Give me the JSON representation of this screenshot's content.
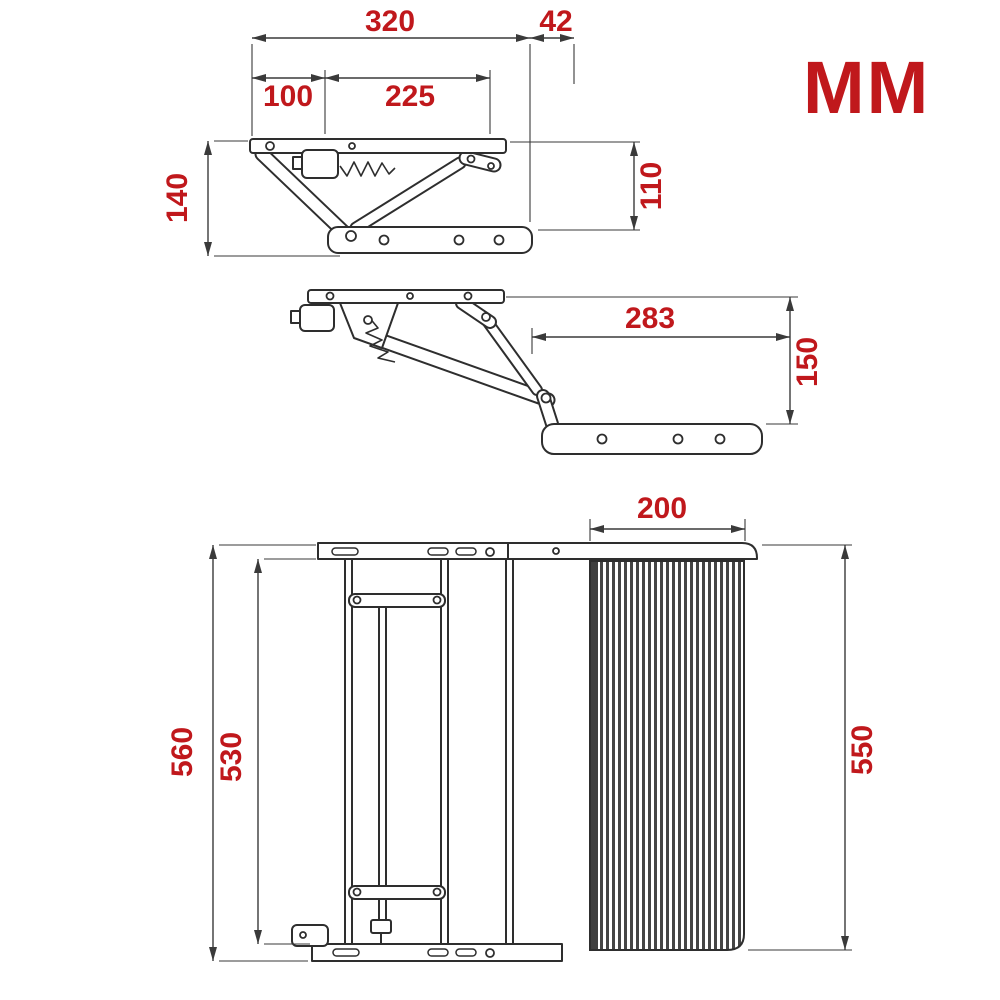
{
  "unit_label": "MM",
  "colors": {
    "dimension_text": "#c0181c",
    "drawing_line": "#2e2e2e",
    "dimension_line": "#3a3a3a",
    "background": "#ffffff"
  },
  "views": {
    "retracted_side_view": {
      "dimensions": {
        "overall_width": "320",
        "rear_offset": "42",
        "front_segment": "100",
        "mid_segment": "225",
        "overall_height": "140",
        "folded_height": "110"
      }
    },
    "extended_side_view": {
      "dimensions": {
        "tread_reach": "283",
        "tread_drop": "150"
      }
    },
    "front_view": {
      "dimensions": {
        "tread_depth": "200",
        "overall_height_left": "560",
        "inner_height": "530",
        "overall_height_right": "550"
      }
    }
  }
}
